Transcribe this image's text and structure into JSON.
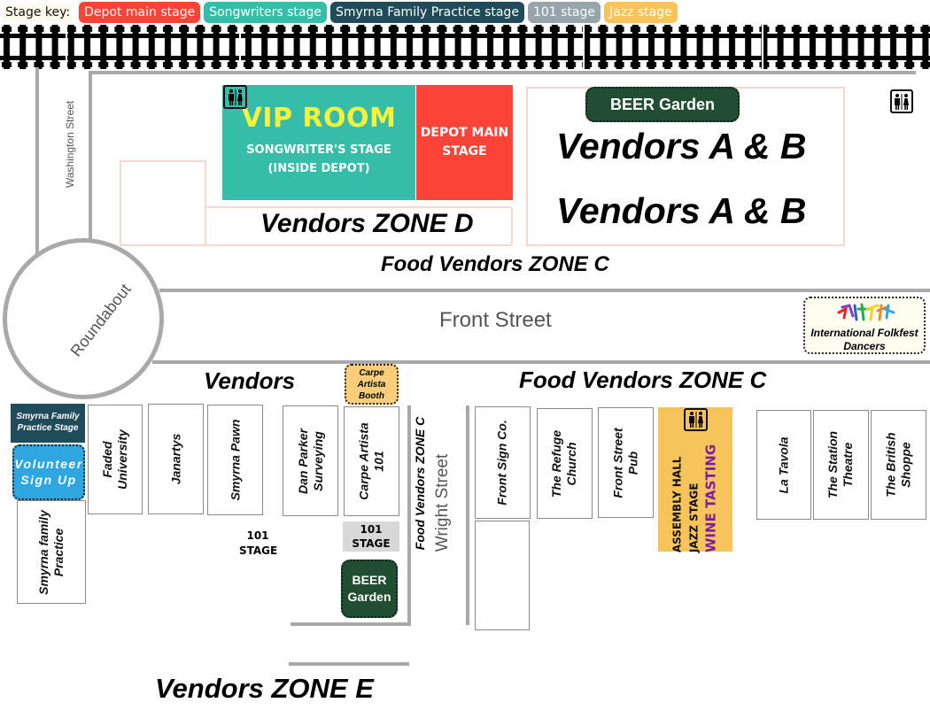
{
  "stage_key": {
    "label": "Stage key:",
    "items": [
      {
        "label": "Depot main stage",
        "color": "#fb4437"
      },
      {
        "label": "Songwriters stage",
        "color": "#35bdaa"
      },
      {
        "label": "Smyrna Family Practice stage",
        "color": "#1f4b5a"
      },
      {
        "label": "101 stage",
        "color": "#95a5ab"
      },
      {
        "label": "Jazz stage",
        "color": "#f7c35b"
      }
    ]
  },
  "streets": {
    "washington": "Washington Street",
    "roundabout": "Roundabout",
    "front": "Front Street",
    "wright": "Wright Street"
  },
  "north": {
    "vip_title": "VIP ROOM",
    "songwriters_line1": "SONGWRITER'S  STAGE",
    "songwriters_line2": "(INSIDE DEPOT)",
    "depot_line1": "DEPOT MAIN",
    "depot_line2": "STAGE",
    "zone_d": "Vendors ZONE D",
    "beer_garden": "BEER Garden",
    "vendors_ab_1": "Vendors A & B",
    "vendors_ab_2": "Vendors A & B",
    "food_zone_c": "Food Vendors ZONE C"
  },
  "folkfest": {
    "line1": "International Folkfest",
    "line2": "Dancers"
  },
  "south": {
    "vendors_title": "Vendors",
    "food_zone_c": "Food Vendors ZONE C",
    "food_zone_c_vertical": "Food Vendors ZONE C",
    "carpe_booth": [
      "Carpe",
      "Artista",
      "Booth"
    ],
    "smyrna_stage": [
      "Smyrna Family",
      "Practice Stage"
    ],
    "volunteer": [
      "Volunteer",
      "Sign Up"
    ],
    "stage_101_left": [
      "101",
      "STAGE"
    ],
    "stage_101_box": [
      "101",
      "STAGE"
    ],
    "beer_garden": [
      "BEER",
      "Garden"
    ],
    "assembly": {
      "line1": "ASSEMBLY HALL",
      "line2": "JAZZ  STAGE",
      "line3": "WINE TASTING"
    },
    "zone_e": "Vendors ZONE E",
    "booths": [
      {
        "id": "smyrna-family-practice",
        "lines": [
          "Smyrna family",
          "Practice"
        ]
      },
      {
        "id": "faded-university",
        "lines": [
          "Faded",
          "University"
        ]
      },
      {
        "id": "janartys",
        "lines": [
          "Janartys"
        ]
      },
      {
        "id": "smyrna-pawn",
        "lines": [
          "Smyrna Pawn"
        ]
      },
      {
        "id": "dan-parker-surveying",
        "lines": [
          "Dan Parker",
          "Surveying"
        ]
      },
      {
        "id": "carpe-artista-101",
        "lines": [
          "Carpe Artista",
          "101"
        ]
      },
      {
        "id": "front-sign-co",
        "lines": [
          "Front Sign Co."
        ]
      },
      {
        "id": "the-refuge-church",
        "lines": [
          "The Refuge",
          "Church"
        ]
      },
      {
        "id": "front-street-pub",
        "lines": [
          "Front Street",
          "Pub"
        ]
      },
      {
        "id": "la-tavola",
        "lines": [
          "La Tavola"
        ]
      },
      {
        "id": "the-station-theatre",
        "lines": [
          "The Station",
          "Theatre"
        ]
      },
      {
        "id": "the-british-shoppe",
        "lines": [
          "The British",
          "Shoppe"
        ]
      }
    ]
  },
  "icons": {
    "restroom": "restroom-icon",
    "dancers": "dancers-icon"
  }
}
